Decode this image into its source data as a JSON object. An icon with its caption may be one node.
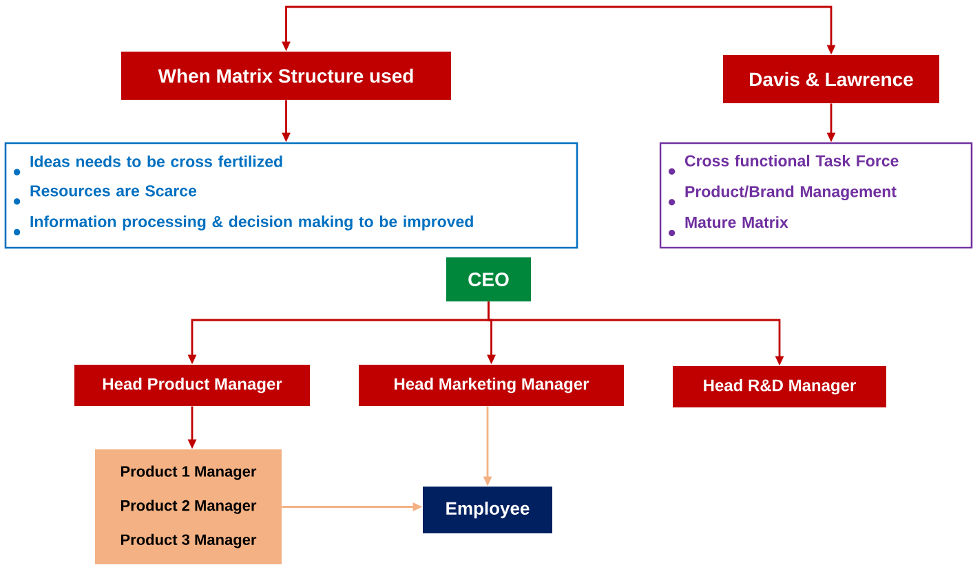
{
  "diagram": {
    "nodes": [
      {
        "text": [
          "When Matrix Structure used"
        ]
      },
      {
        "text": [
          "Davis & Lawrence"
        ]
      },
      {
        "text": [
          "Ideas needs to be cross fertilized",
          "Resources are Scarce",
          "Information processing & decision making to be improved"
        ]
      },
      {
        "text": [
          "Cross functional Task Force",
          "Product/Brand Management",
          "Mature Matrix"
        ]
      },
      {
        "text": [
          "CEO"
        ]
      },
      {
        "text": [
          "Head Product Manager"
        ]
      },
      {
        "text": [
          "Head Marketing Manager"
        ]
      },
      {
        "text": [
          "Head R&D Manager"
        ]
      },
      {
        "text": [
          "Product 1 Manager",
          "Product 2 Manager",
          "Product 3 Manager"
        ]
      },
      {
        "text": [
          "Employee"
        ]
      }
    ],
    "edges": [
      {
        "from": 0,
        "to": 1,
        "arrow": "both"
      },
      {
        "from": 0,
        "to": 2,
        "arrow": "to"
      },
      {
        "from": 1,
        "to": 3,
        "arrow": "to"
      },
      {
        "from": 4,
        "to": 5,
        "arrow": "to"
      },
      {
        "from": 4,
        "to": 6,
        "arrow": "to"
      },
      {
        "from": 4,
        "to": 7,
        "arrow": "to"
      },
      {
        "from": 5,
        "to": 8,
        "arrow": "to"
      },
      {
        "from": 6,
        "to": 9,
        "arrow": "to",
        "color": "#f4b183"
      },
      {
        "from": 8,
        "to": 9,
        "arrow": "to",
        "color": "#f4b183"
      }
    ]
  }
}
